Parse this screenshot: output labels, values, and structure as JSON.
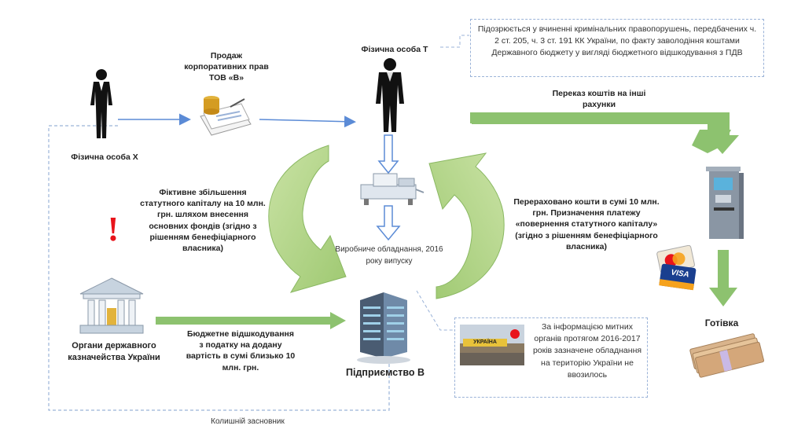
{
  "nodes": {
    "person_x": "Фізична особа Х",
    "person_t": "Фізична особа Т",
    "treasury": "Органи державного казначейства України",
    "enterprise": "Підприємство В",
    "equipment": "Виробниче обладнання, 2016 року випуску",
    "cash": "Готівка"
  },
  "edges": {
    "sale": "Продаж корпоративних прав ТОВ «В»",
    "fictitious": "Фіктивне збільшення статутного капіталу на 10 млн. грн. шляхом внесення основних фондів (згідно з рішенням бенефіціарного власника)",
    "refund": "Бюджетне відшкодування з податку на додану вартість в сумі близько 10 млн. грн.",
    "transfer_accounts": "Переказ коштів на інші рахунки",
    "transferred_funds": "Перераховано кошти в сумі 10 млн. грн. Призначення платежу «повернення статутного капіталу» (згідно з рішенням бенефіціарного власника)"
  },
  "notes": {
    "suspicion": "Підозрюється у вчиненні кримінальних правопорушень, передбачених ч. 2 ст. 205, ч. 3 ст. 191 КК України, по факту заволодіння коштами Державного бюджету у вигляді бюджетного відшкодування з ПДВ",
    "customs": "За інформацією митних органів протягом 2016-2017 років зазначене обладнання на територію України не ввозилось",
    "former_founder": "Колишній засновник"
  },
  "icons": {
    "warning": "!",
    "card_brand": "VISA",
    "building_sign": "УКРАЇНА"
  },
  "colors": {
    "arrow_green": "#8dc26f",
    "arrow_green_dark": "#6ea84e",
    "swoosh_green": "#b9d98f",
    "blue_arrow": "#5b8bd6",
    "dashed_line": "#9bb3d8",
    "warning_red": "#e8141b"
  }
}
